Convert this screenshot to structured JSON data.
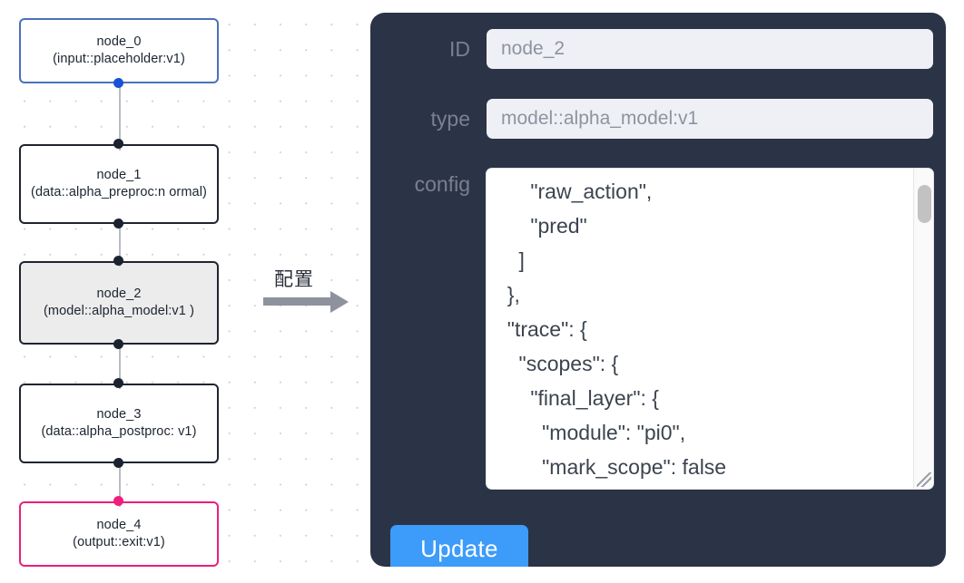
{
  "graph": {
    "nodes": [
      {
        "id": "node_0",
        "title": "node_0",
        "subtitle": "(input::placeholder:v1)",
        "accent": "#4a72b8",
        "selected": false
      },
      {
        "id": "node_1",
        "title": "node_1",
        "subtitle": "(data::alpha_preproc:n\normal)",
        "accent": "#1f2430",
        "selected": false
      },
      {
        "id": "node_2",
        "title": "node_2",
        "subtitle": "(model::alpha_model:v1\n)",
        "accent": "#1f2430",
        "selected": true
      },
      {
        "id": "node_3",
        "title": "node_3",
        "subtitle": "(data::alpha_postproc:\nv1)",
        "accent": "#1f2430",
        "selected": false
      },
      {
        "id": "node_4",
        "title": "node_4",
        "subtitle": "(output::exit:v1)",
        "accent": "#e8207a",
        "selected": false
      }
    ]
  },
  "arrow": {
    "label": "配置"
  },
  "panel": {
    "fields": {
      "id": {
        "label": "ID",
        "value": "node_2"
      },
      "type": {
        "label": "type",
        "value": "model::alpha_model:v1"
      },
      "config": {
        "label": "config",
        "value": "      \"raw_action\",\n      \"pred\"\n    ]\n  },\n  \"trace\": {\n    \"scopes\": {\n      \"final_layer\": {\n        \"module\": \"pi0\",\n        \"mark_scope\": false\n      },\n      \"action_model\": {"
      }
    },
    "update_label": "Update",
    "accent": "#3d9bfa",
    "background": "#2b3446"
  }
}
